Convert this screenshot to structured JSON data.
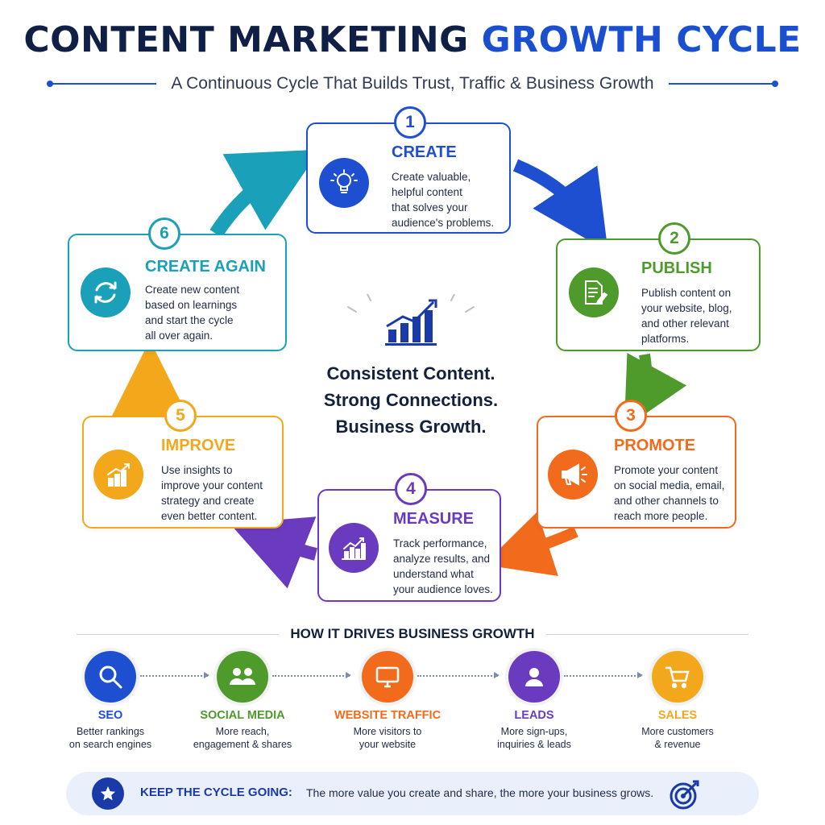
{
  "header": {
    "title_main": "CONTENT MARKETING",
    "title_highlight": "GROWTH CYCLE",
    "subtitle": "A Continuous Cycle That Builds Trust, Traffic & Business Growth"
  },
  "colors": {
    "create": "#1f4fd1",
    "publish": "#4e9a2b",
    "promote": "#f26a1b",
    "measure": "#6a3bbf",
    "improve": "#f2a81a",
    "create_again": "#1aa0b8",
    "navy": "#14213d"
  },
  "steps": [
    {
      "number": "1",
      "title": "CREATE",
      "description": "Create valuable,\nhelpful content\nthat solves your\naudience's problems.",
      "icon": "lightbulb-icon"
    },
    {
      "number": "2",
      "title": "PUBLISH",
      "description": "Publish content on\nyour website, blog,\nand other relevant\nplatforms.",
      "icon": "document-pencil-icon"
    },
    {
      "number": "3",
      "title": "PROMOTE",
      "description": "Promote your content\non social media, email,\nand other channels to\nreach more people.",
      "icon": "megaphone-icon"
    },
    {
      "number": "4",
      "title": "MEASURE",
      "description": "Track performance,\nanalyze results, and\nunderstand what\nyour audience loves.",
      "icon": "line-chart-icon"
    },
    {
      "number": "5",
      "title": "IMPROVE",
      "description": "Use insights to\nimprove your content\nstrategy and create\neven better content.",
      "icon": "bar-chart-up-icon"
    },
    {
      "number": "6",
      "title": "CREATE AGAIN",
      "description": "Create new content\nbased on learnings\nand start the cycle\nall over again.",
      "icon": "refresh-icon"
    }
  ],
  "center": {
    "text": "Consistent Content.\nStrong Connections.\nBusiness Growth.",
    "icon": "growth-bar-chart-icon"
  },
  "growth_section": {
    "title": "HOW IT DRIVES BUSINESS GROWTH",
    "items": [
      {
        "title": "SEO",
        "description": "Better rankings\non search engines",
        "icon": "search-icon",
        "color": "#1f4fd1"
      },
      {
        "title": "SOCIAL MEDIA",
        "description": "More reach,\nengagement & shares",
        "icon": "people-icon",
        "color": "#4e9a2b"
      },
      {
        "title": "WEBSITE TRAFFIC",
        "description": "More visitors to\nyour website",
        "icon": "monitor-icon",
        "color": "#f26a1b"
      },
      {
        "title": "LEADS",
        "description": "More sign-ups,\ninquiries & leads",
        "icon": "user-icon",
        "color": "#6a3bbf"
      },
      {
        "title": "SALES",
        "description": "More customers\n& revenue",
        "icon": "cart-icon",
        "color": "#f2a81a"
      }
    ]
  },
  "footer": {
    "label": "KEEP THE CYCLE GOING:",
    "text": "The more value you create and share, the more your business grows.",
    "icon_left": "star-icon",
    "icon_right": "target-icon"
  }
}
